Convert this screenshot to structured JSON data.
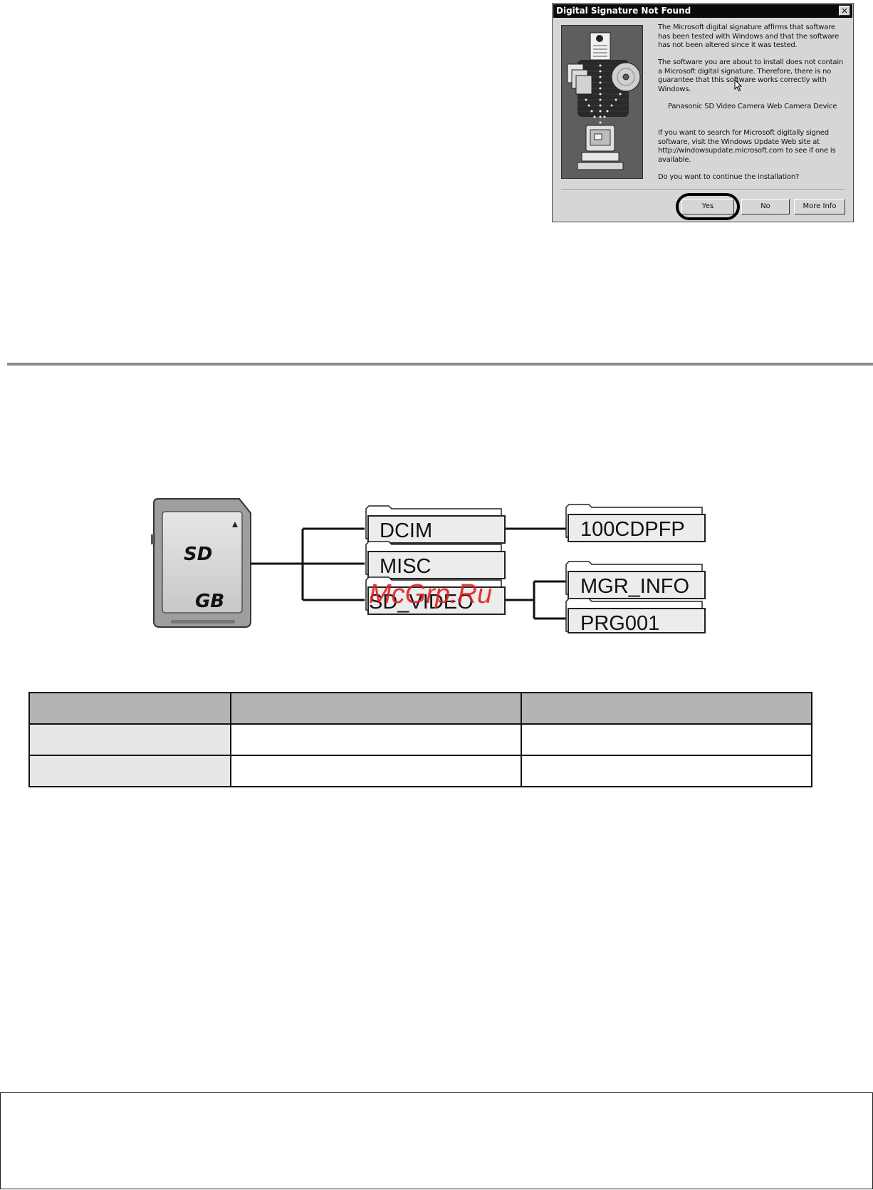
{
  "dialog": {
    "title": "Digital Signature Not Found",
    "close_glyph": "✕",
    "paragraph1": "The Microsoft digital signature affirms that software has been tested with Windows and that the software has not been altered since it was tested.",
    "paragraph2": "The software you are about to install does not contain a Microsoft digital signature. Therefore, there is no guarantee that this software works correctly with Windows.",
    "device_name": "Panasonic SD Video Camera Web Camera Device",
    "paragraph3": "If you want to search for Microsoft digitally signed software, visit the Windows Update Web site at http://windowsupdate.microsoft.com to see if one is available.",
    "question": "Do you want to continue the installation?",
    "buttons": {
      "yes": "Yes",
      "no": "No",
      "more_info": "More Info"
    }
  },
  "folder_tree": {
    "card_label": "GB",
    "card_logo": "SD",
    "level1": [
      "DCIM",
      "MISC",
      "SD_VIDEO"
    ],
    "dcim_children": [
      "100CDPFP"
    ],
    "sd_video_children": [
      "MGR_INFO",
      "PRG001"
    ]
  },
  "watermark": "McGrp.Ru",
  "table": {
    "headers": [
      "",
      "",
      ""
    ],
    "rows": [
      [
        "",
        "",
        ""
      ],
      [
        "",
        "",
        ""
      ]
    ]
  },
  "colors": {
    "dialog_bg": "#d6d6d6",
    "titlebar": "#0a0a0a",
    "watermark": "#e02020",
    "table_header": "#b4b4b4",
    "table_first_col": "#e7e7e7"
  }
}
